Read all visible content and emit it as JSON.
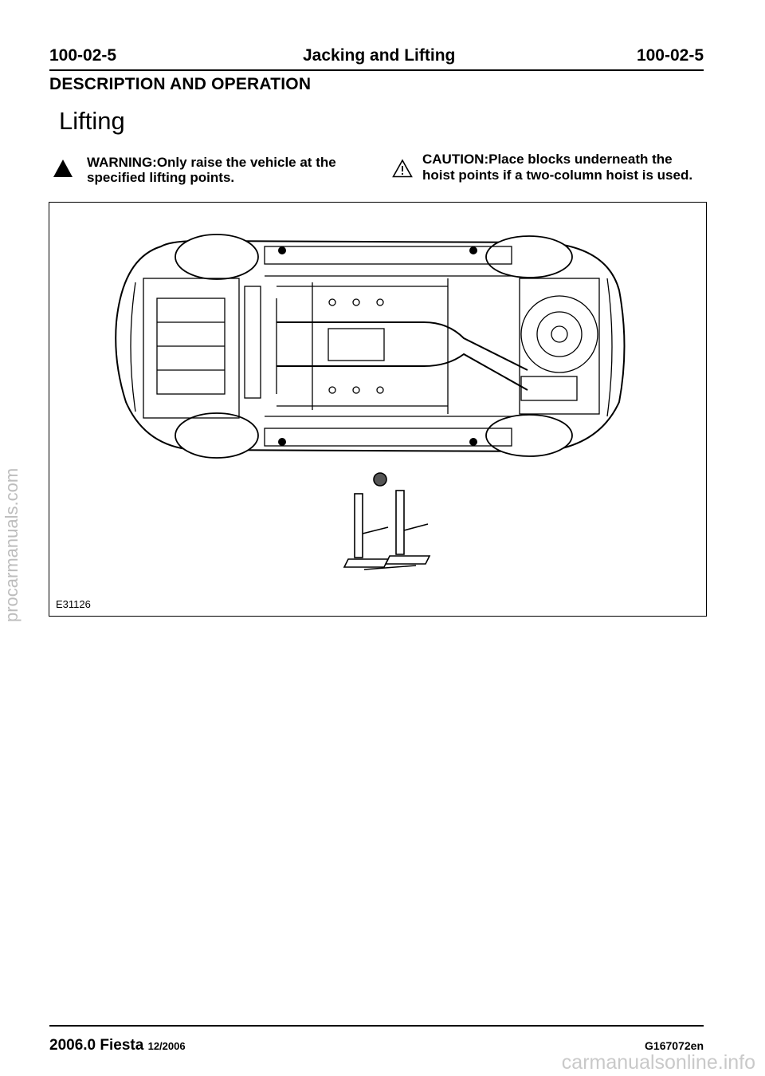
{
  "header": {
    "page_left": "100-02-5",
    "page_title": "Jacking and Lifting",
    "page_right": "100-02-5"
  },
  "section_heading": "DESCRIPTION AND OPERATION",
  "title": "Lifting",
  "warning": {
    "icon": "warning-triangle-filled-icon",
    "line1": "WARNING:Only raise the vehicle at the",
    "line2": "specified lifting points."
  },
  "caution": {
    "icon": "caution-triangle-outline-icon",
    "line1": "CAUTION:Place blocks underneath the",
    "line2": "hoist points if a two-column hoist is used."
  },
  "figure": {
    "label": "E31126",
    "illustration": "vehicle-underside-icon",
    "hoist": "two-column-hoist-icon"
  },
  "footer": {
    "model": "2006.0 Fiesta",
    "date": "12/2006",
    "code": "G167072en"
  },
  "side_watermark": "procarmanuals.com",
  "bottom_watermark": "carmanualsonline.info"
}
